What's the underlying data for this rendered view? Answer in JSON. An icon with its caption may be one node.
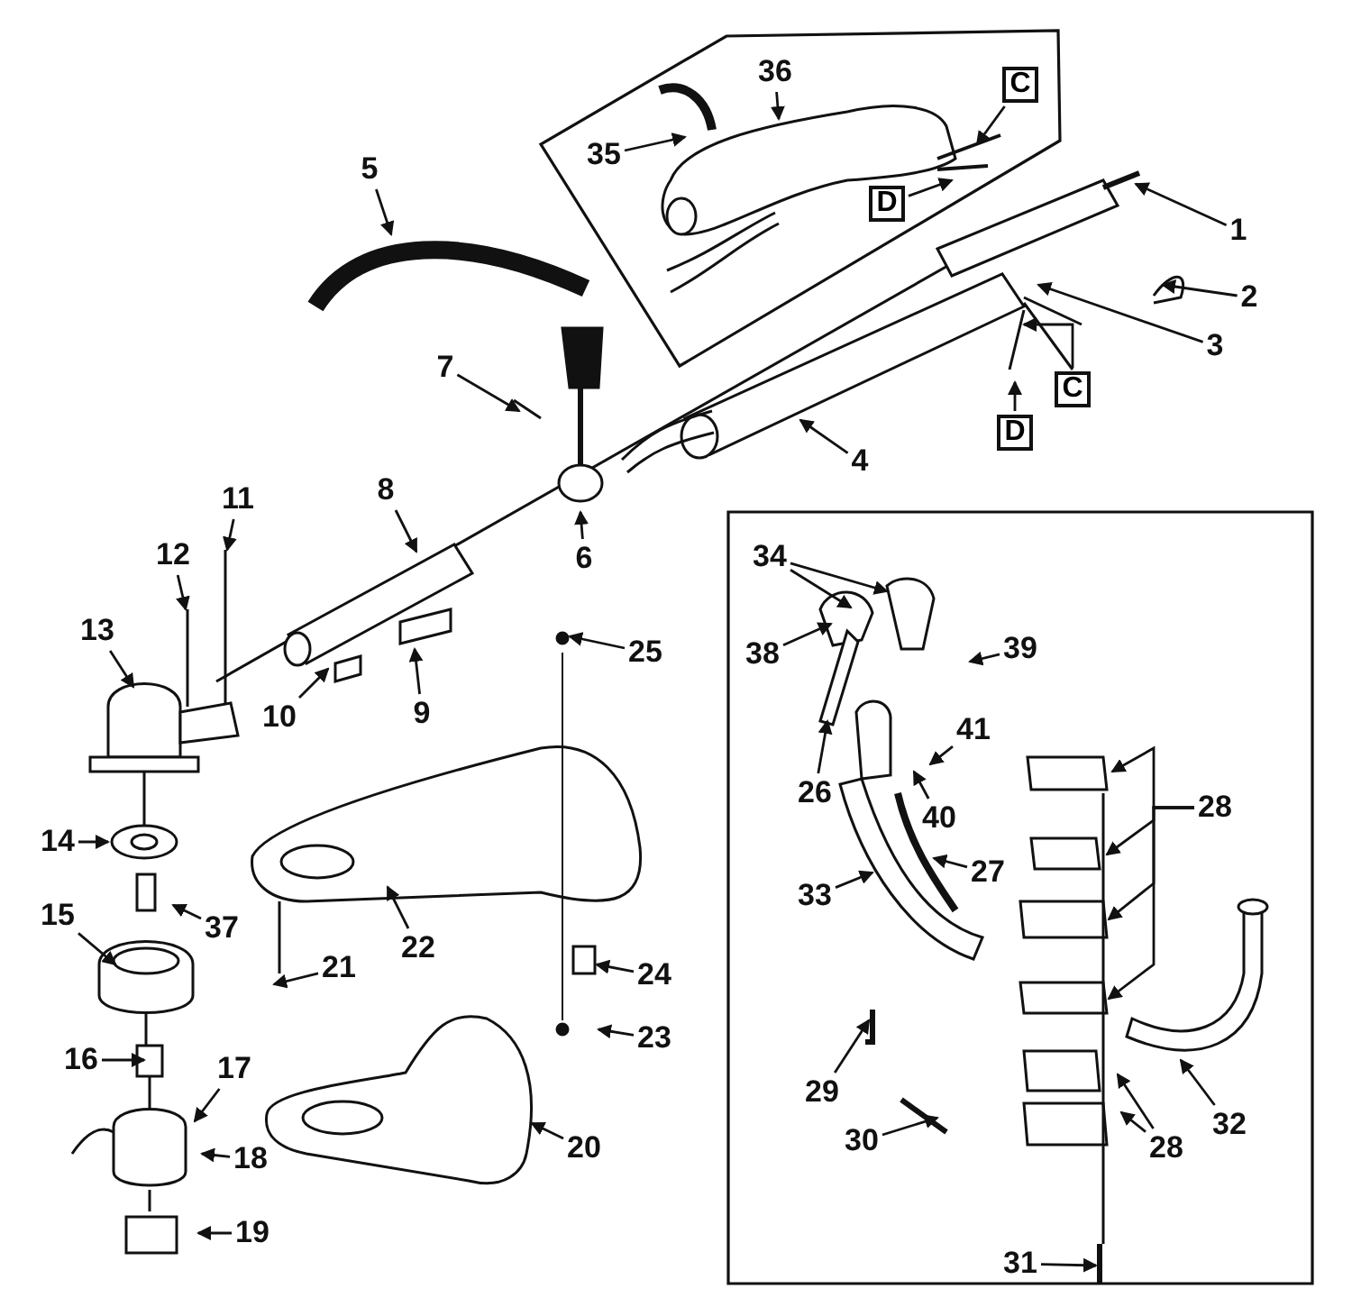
{
  "diagram": {
    "nodes": [
      {
        "text": [],
        "shape": "box"
      },
      {
        "text": [],
        "shape": "box"
      },
      {
        "text": [
          "36"
        ],
        "in": 0
      },
      {
        "text": [
          "35"
        ],
        "in": 0
      },
      {
        "text": [
          "C"
        ],
        "in": 0
      },
      {
        "text": [
          "D"
        ],
        "in": 0
      },
      {
        "text": [
          "1"
        ]
      },
      {
        "text": [
          "5"
        ]
      },
      {
        "text": [
          "2"
        ]
      },
      {
        "text": [
          "3"
        ]
      },
      {
        "text": [
          "C"
        ]
      },
      {
        "text": [
          "D"
        ]
      },
      {
        "text": [
          "7"
        ]
      },
      {
        "text": [
          "4"
        ]
      },
      {
        "text": [
          "11"
        ]
      },
      {
        "text": [
          "8"
        ]
      },
      {
        "text": [
          "12"
        ]
      },
      {
        "text": [
          "6"
        ]
      },
      {
        "text": [
          "34"
        ],
        "in": 1
      },
      {
        "text": [
          "13"
        ]
      },
      {
        "text": [
          "25"
        ]
      },
      {
        "text": [
          "38"
        ],
        "in": 1
      },
      {
        "text": [
          "39"
        ],
        "in": 1
      },
      {
        "text": [
          "10"
        ]
      },
      {
        "text": [
          "9"
        ]
      },
      {
        "text": [
          "41"
        ],
        "in": 1
      },
      {
        "text": [
          "26"
        ],
        "in": 1
      },
      {
        "text": [
          "28"
        ],
        "in": 1
      },
      {
        "text": [
          "40"
        ],
        "in": 1
      },
      {
        "text": [
          "14"
        ]
      },
      {
        "text": [
          "27"
        ],
        "in": 1
      },
      {
        "text": [
          "22"
        ]
      },
      {
        "text": [
          "15"
        ]
      },
      {
        "text": [
          "37"
        ]
      },
      {
        "text": [
          "33"
        ],
        "in": 1
      },
      {
        "text": [
          "21"
        ]
      },
      {
        "text": [
          "24"
        ]
      },
      {
        "text": [
          "29"
        ],
        "in": 1
      },
      {
        "text": [
          "23"
        ]
      },
      {
        "text": [
          "16"
        ]
      },
      {
        "text": [
          "17"
        ]
      },
      {
        "text": [
          "32"
        ],
        "in": 1
      },
      {
        "text": [
          "28"
        ],
        "in": 1
      },
      {
        "text": [
          "20"
        ]
      },
      {
        "text": [
          "30"
        ],
        "in": 1
      },
      {
        "text": [
          "18"
        ]
      },
      {
        "text": [
          "19"
        ]
      },
      {
        "text": [
          "31"
        ],
        "in": 1
      }
    ],
    "edges": [
      {
        "from": 2,
        "to": null,
        "arrow": "to"
      },
      {
        "from": 3,
        "to": null,
        "arrow": "to"
      },
      {
        "from": 4,
        "to": null,
        "arrow": "to"
      },
      {
        "from": 5,
        "to": null,
        "arrow": "to"
      },
      {
        "from": 6,
        "to": null,
        "arrow": "to"
      },
      {
        "from": 7,
        "to": null,
        "arrow": "to"
      },
      {
        "from": 8,
        "to": null,
        "arrow": "to"
      },
      {
        "from": 9,
        "to": null,
        "arrow": "to"
      },
      {
        "from": 10,
        "to": null,
        "arrow": "to"
      },
      {
        "from": 11,
        "to": null,
        "arrow": "to"
      },
      {
        "from": 12,
        "to": null,
        "arrow": "to"
      },
      {
        "from": 13,
        "to": null,
        "arrow": "to"
      },
      {
        "from": 14,
        "to": null,
        "arrow": "to"
      },
      {
        "from": 15,
        "to": null,
        "arrow": "to"
      },
      {
        "from": 16,
        "to": null,
        "arrow": "to"
      },
      {
        "from": 17,
        "to": null,
        "arrow": "to"
      },
      {
        "from": 18,
        "to": null,
        "arrow": "to"
      },
      {
        "from": 18,
        "to": null,
        "arrow": "to"
      },
      {
        "from": 19,
        "to": null,
        "arrow": "to"
      },
      {
        "from": 20,
        "to": null,
        "arrow": "to"
      },
      {
        "from": 21,
        "to": null,
        "arrow": "to"
      },
      {
        "from": 22,
        "to": null,
        "arrow": "to"
      },
      {
        "from": 23,
        "to": null,
        "arrow": "to"
      },
      {
        "from": 24,
        "to": null,
        "arrow": "to"
      },
      {
        "from": 25,
        "to": null,
        "arrow": "to"
      },
      {
        "from": 26,
        "to": null,
        "arrow": "to"
      },
      {
        "from": 27,
        "to": null,
        "arrow": "to"
      },
      {
        "from": 27,
        "to": null,
        "arrow": "to"
      },
      {
        "from": 27,
        "to": null,
        "arrow": "to"
      },
      {
        "from": 27,
        "to": null,
        "arrow": "to"
      },
      {
        "from": 28,
        "to": null,
        "arrow": "to"
      },
      {
        "from": 29,
        "to": null,
        "arrow": "to"
      },
      {
        "from": 30,
        "to": null,
        "arrow": "to"
      },
      {
        "from": 31,
        "to": null,
        "arrow": "to"
      },
      {
        "from": 32,
        "to": null,
        "arrow": "to"
      },
      {
        "from": 33,
        "to": null,
        "arrow": "to"
      },
      {
        "from": 34,
        "to": null,
        "arrow": "to"
      },
      {
        "from": 35,
        "to": null,
        "arrow": "to"
      },
      {
        "from": 36,
        "to": null,
        "arrow": "to"
      },
      {
        "from": 37,
        "to": null,
        "arrow": "to"
      },
      {
        "from": 38,
        "to": null,
        "arrow": "to"
      },
      {
        "from": 39,
        "to": null,
        "arrow": "to"
      },
      {
        "from": 40,
        "to": null,
        "arrow": "to"
      },
      {
        "from": 41,
        "to": null,
        "arrow": "to"
      },
      {
        "from": 42,
        "to": null,
        "arrow": "to"
      },
      {
        "from": 42,
        "to": null,
        "arrow": "to"
      },
      {
        "from": 43,
        "to": null,
        "arrow": "to"
      },
      {
        "from": 44,
        "to": null,
        "arrow": "to"
      },
      {
        "from": 45,
        "to": null,
        "arrow": "to"
      },
      {
        "from": 46,
        "to": null,
        "arrow": "to"
      },
      {
        "from": 47,
        "to": null,
        "arrow": "to"
      }
    ]
  }
}
